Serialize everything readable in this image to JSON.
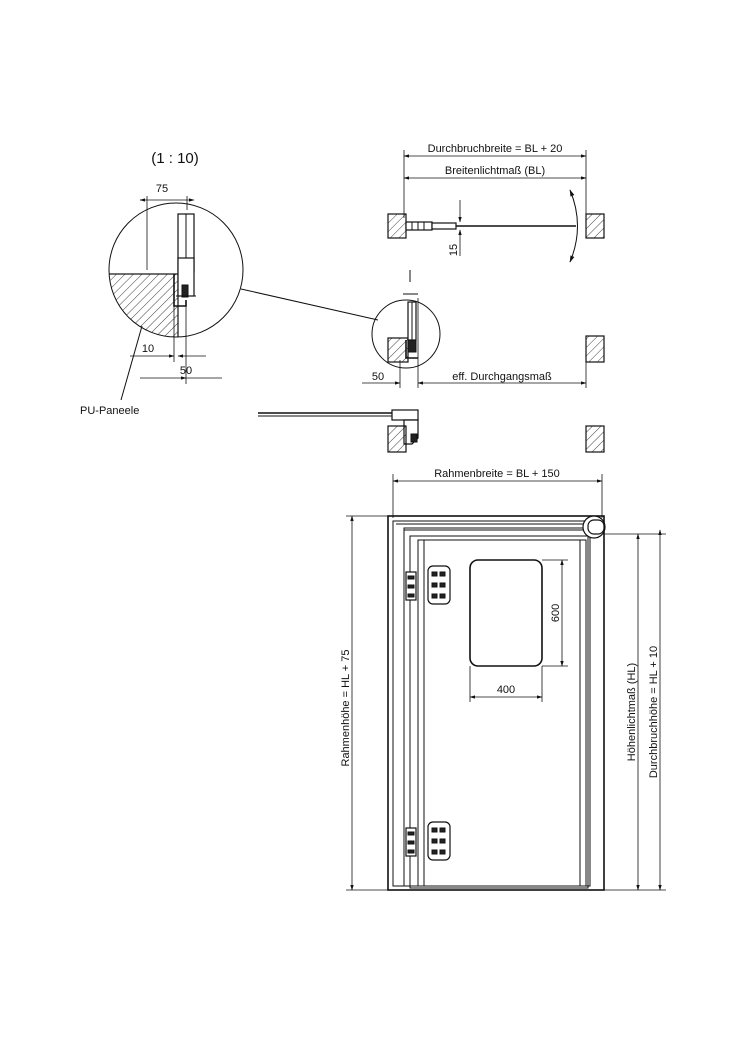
{
  "drawing": {
    "scale_label": "(1 : 10)",
    "detail": {
      "dim_top": "75",
      "dim_left": "10",
      "dim_bottom": "50",
      "material_label": "PU-Paneele"
    },
    "plan": {
      "opening_width": "Durchbruchbreite = BL + 20",
      "clear_width": "Breitenlichtmaß (BL)",
      "depth_dim": "15",
      "side_dim": "50",
      "effective_passage": "eff. Durchgangsmaß"
    },
    "elevation": {
      "frame_width": "Rahmenbreite = BL + 150",
      "frame_height": "Rahmenhöhe = HL + 75",
      "clear_height": "Höhenlichtmaß (HL)",
      "opening_height": "Durchbruchhöhe = HL + 10",
      "window_height": "600",
      "window_width": "400"
    }
  }
}
